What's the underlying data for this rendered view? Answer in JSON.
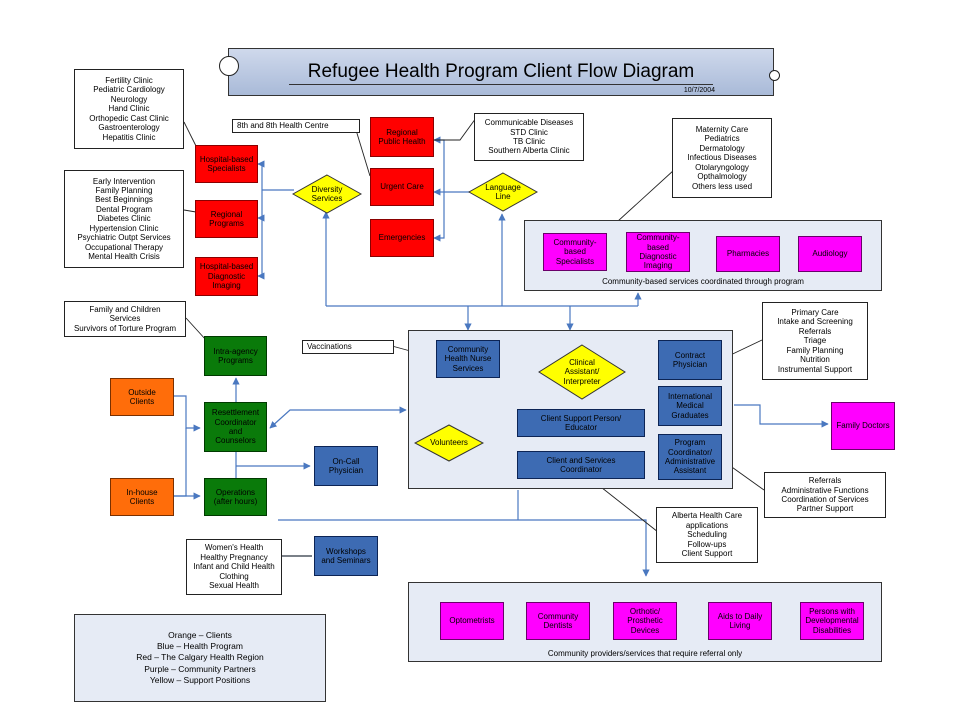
{
  "title": "Refugee Health Program Client Flow Diagram",
  "date": "10/7/2004",
  "legend": [
    "Orange – Clients",
    "Blue – Health Program",
    "Red – The Calgary Health Region",
    "Purple – Community Partners",
    "Yellow – Support Positions"
  ],
  "colors": {
    "red": "#ff0000",
    "green": "#0a7a0a",
    "orange": "#ff6d0a",
    "blue": "#3d6bb3",
    "purple": "#ff00ff",
    "yellow": "#ffff00",
    "panel": "#e6ebf5"
  },
  "notes": {
    "hospital_specialists_list": "Fertility Clinic\nPediatric Cardiology\nNeurology\nHand Clinic\nOrthopedic Cast Clinic\nGastroenterology\nHepatitis Clinic",
    "regional_programs_list": "Early Intervention\nFamily Planning\nBest Beginnings\nDental Program\nDiabetes Clinic\nHypertension Clinic\nPsychiatric Outpt Services\nOccupational Therapy\nMental Health Crisis",
    "intra_agency_list": "Family and Children\nServices\nSurvivors of Torture Program",
    "health_centre": "8th and 8th Health Centre",
    "public_health_list": "Communicable Diseases\nSTD Clinic\nTB Clinic\nSouthern Alberta Clinic",
    "community_specialists_list": "Maternity Care\nPediatrics\nDermatology\nInfectious Diseases\nOtolaryngology\nOpthalmology\nOthers less used",
    "vaccinations": "Vaccinations",
    "contract_physician_list": "Primary Care\nIntake and Screening\nReferrals\nTriage\nFamily Planning\nNutrition\nInstrumental Support",
    "program_coordinator_list": "Referrals\nAdministrative Functions\nCoordination of Services\nPartner Support",
    "client_services_list": "Alberta Health Care\napplications\nScheduling\nFollow-ups\nClient Support",
    "workshops_list": "Women's Health\nHealthy Pregnancy\nInfant and Child Health\nClothing\nSexual Health"
  },
  "nodes": {
    "hospital_specialists": "Hospital-based\nSpecialists",
    "regional_programs": "Regional\nPrograms",
    "hospital_diagnostic": "Hospital-based\nDiagnostic\nImaging",
    "regional_public_health": "Regional\nPublic Health",
    "urgent_care": "Urgent Care",
    "emergencies": "Emergencies",
    "intra_agency": "Intra-agency\nPrograms",
    "outside_clients": "Outside\nClients",
    "resettlement": "Resettlement\nCoordinator\nand\nCounselors",
    "inhouse_clients": "In-house\nClients",
    "operations": "Operations\n(after hours)",
    "on_call": "On-Call\nPhysician",
    "workshops": "Workshops\nand Seminars",
    "community_nurse": "Community\nHealth Nurse\nServices",
    "contract_physician": "Contract\nPhysician",
    "international_grads": "International\nMedical\nGraduates",
    "client_support_person": "Client Support Person/\nEducator",
    "client_services_coord": "Client and Services\nCoordinator",
    "program_coordinator": "Program\nCoordinator/\nAdministrative\nAssistant",
    "family_doctors": "Family Doctors",
    "cb_specialists": "Community-\nbased\nSpecialists",
    "cb_imaging": "Community-\nbased\nDiagnostic\nImaging",
    "pharmacies": "Pharmacies",
    "audiology": "Audiology",
    "optometrists": "Optometrists",
    "dentists": "Community\nDentists",
    "orthotic": "Orthotic/\nProsthetic\nDevices",
    "aids_daily": "Aids to Daily\nLiving",
    "developmental": "Persons with\nDevelopmental\nDisabilities"
  },
  "diamonds": {
    "diversity": "Diversity\nServices",
    "language": "Language\nLine",
    "clinical_assistant": "Clinical\nAssistant/\nInterpreter",
    "volunteers": "Volunteers"
  },
  "panels": {
    "community_coordinated": "Community-based services coordinated through program",
    "referral_only": "Community providers/services that require referral only"
  }
}
